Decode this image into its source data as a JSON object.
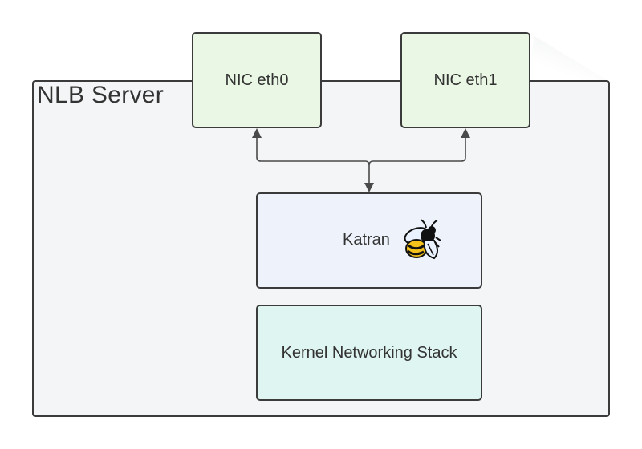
{
  "server": {
    "label": "NLB Server"
  },
  "nics": [
    {
      "label": "NIC eth0"
    },
    {
      "label": "NIC eth1"
    }
  ],
  "katran": {
    "label": "Katran",
    "icon": "bee-icon"
  },
  "kernel": {
    "label": "Kernel Networking Stack"
  },
  "colors": {
    "server_bg": "#f4f5f6",
    "nic_bg": "#e9f7e4",
    "katran_bg": "#eef3fb",
    "kernel_bg": "#dff5f1",
    "stroke": "#3b3b3b"
  }
}
